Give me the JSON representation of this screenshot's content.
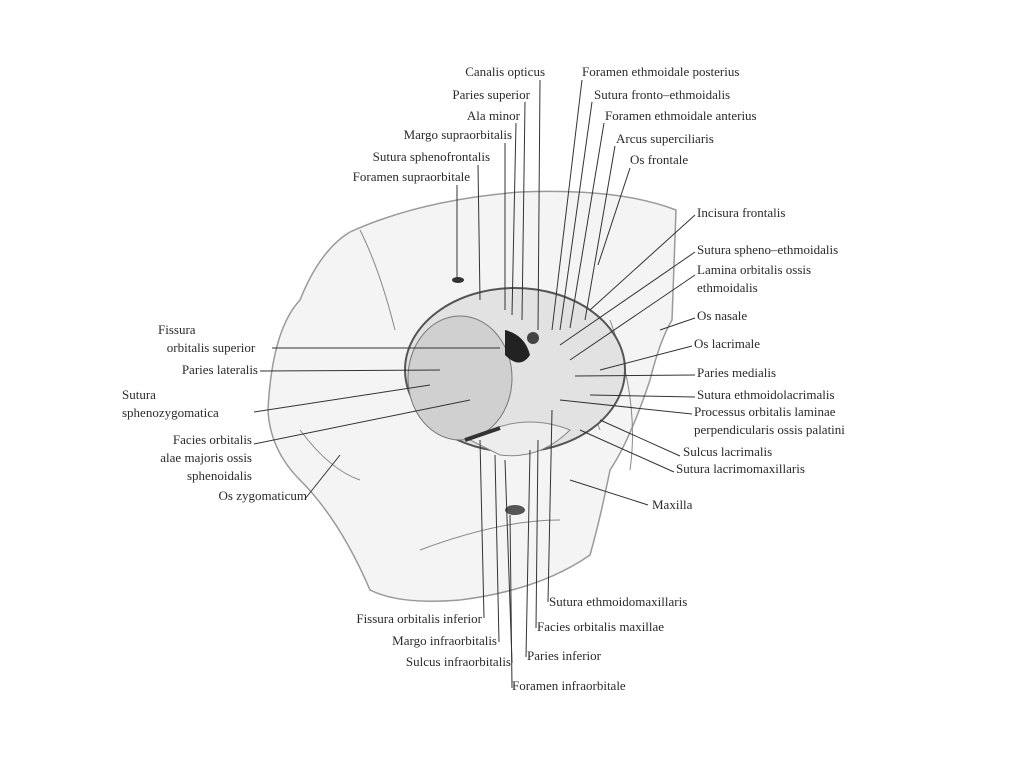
{
  "labels": {
    "canalis_opticus": "Canalis opticus",
    "paries_superior": "Paries superior",
    "ala_minor": "Ala minor",
    "margo_supraorbitalis": "Margo supraorbitalis",
    "sutura_sphenofrontalis": "Sutura sphenofrontalis",
    "foramen_supraorbitale": "Foramen supraorbitale",
    "foramen_ethmoidale_posterius": "Foramen ethmoidale posterius",
    "sutura_fronto_ethmoidalis": "Sutura fronto–ethmoidalis",
    "foramen_ethmoidale_anterius": "Foramen ethmoidale anterius",
    "arcus_superciliaris": "Arcus superciliaris",
    "os_frontale": "Os frontale",
    "incisura_frontalis": "Incisura frontalis",
    "sutura_spheno_ethmoidalis": "Sutura spheno–ethmoidalis",
    "lamina_orbitalis_1": "Lamina orbitalis ossis",
    "lamina_orbitalis_2": "ethmoidalis",
    "os_nasale": "Os nasale",
    "os_lacrimale": "Os lacrimale",
    "paries_medialis": "Paries medialis",
    "sutura_ethmoidolacrimalis": "Sutura ethmoidolacrimalis",
    "processus_orbitalis_1": "Processus orbitalis laminae",
    "processus_orbitalis_2": "perpendicularis ossis palatini",
    "sulcus_lacrimalis": "Sulcus lacrimalis",
    "sutura_lacrimomaxillaris": "Sutura lacrimomaxillaris",
    "maxilla": "Maxilla",
    "fissura_orbitalis_superior_1": "Fissura",
    "fissura_orbitalis_superior_2": "orbitalis superior",
    "paries_lateralis": "Paries lateralis",
    "sutura_sphenozygomatica_1": "Sutura",
    "sutura_sphenozygomatica_2": "sphenozygomatica",
    "facies_orbitalis_alae_1": "Facies orbitalis",
    "facies_orbitalis_alae_2": "alae majoris ossis",
    "facies_orbitalis_alae_3": "sphenoidalis",
    "os_zygomaticum": "Os zygomaticum",
    "sutura_ethmoidomaxillaris": "Sutura ethmoidomaxillaris",
    "fissura_orbitalis_inferior": "Fissura orbitalis inferior",
    "facies_orbitalis_maxillae": "Facies orbitalis maxillae",
    "margo_infraorbitalis": "Margo infraorbitalis",
    "paries_inferior": "Paries inferior",
    "sulcus_infraorbitalis": "Sulcus infraorbitalis",
    "foramen_infraorbitale": "Foramen infraorbitale"
  }
}
